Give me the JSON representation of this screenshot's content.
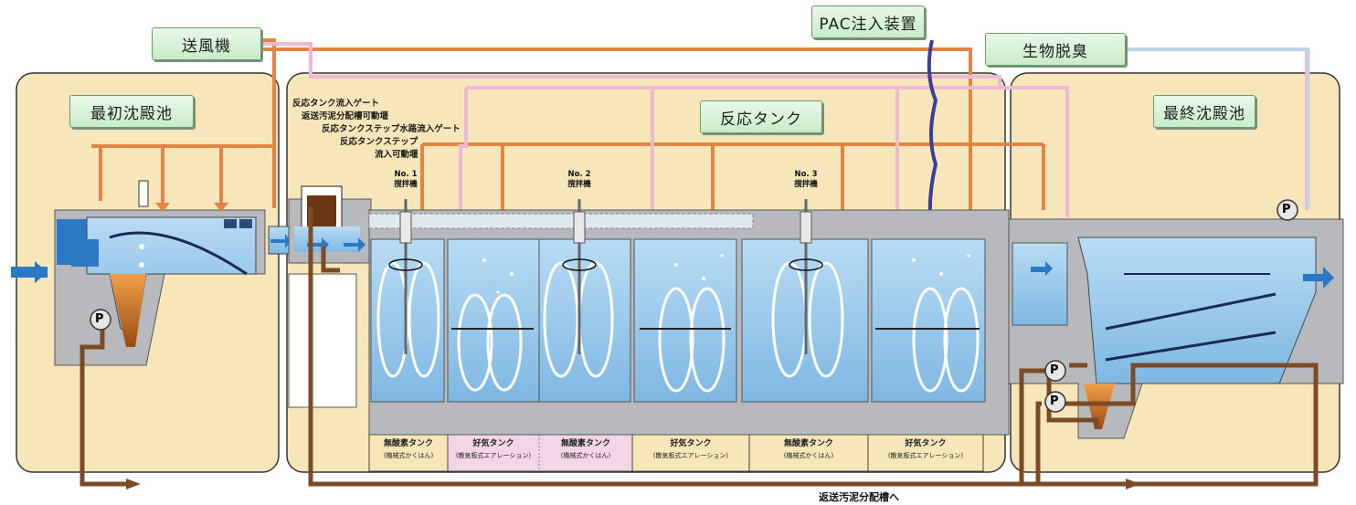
{
  "title_labels": {
    "blower": "送風機",
    "pac": "PAC注入装置",
    "bio_deodor": "生物脱臭",
    "primary": "最初沈殿池",
    "reaction": "反応タンク",
    "final": "最終沈殿池"
  },
  "gate_notes": [
    "反応タンク流入ゲート",
    "返送汚泥分配槽可動堰",
    "反応タンクステップ水路流入ゲート",
    "反応タンクステップ",
    "流入可動堰"
  ],
  "mixers": [
    {
      "no": "No. 1",
      "label": "撹拌機"
    },
    {
      "no": "No. 2",
      "label": "撹拌機"
    },
    {
      "no": "No. 3",
      "label": "撹拌機"
    }
  ],
  "tank_types": [
    {
      "name": "無酸素タンク",
      "sub": "(機械式かくはん)"
    },
    {
      "name": "好気タンク",
      "sub": "(散気板式エアレーション)"
    },
    {
      "name": "無酸素タンク",
      "sub": "(機械式かくはん)"
    },
    {
      "name": "好気タンク",
      "sub": "(散気板式エアレーション)"
    },
    {
      "name": "無酸素タンク",
      "sub": "(機械式かくはん)"
    },
    {
      "name": "好気タンク",
      "sub": "(散気板式エアレーション)"
    }
  ],
  "pump_letter": "P",
  "return_sludge_note": "返送汚泥分配槽へ",
  "colors": {
    "air_pipe": "#e38445",
    "deodor_pipe": "#efb8d3",
    "sludge_pipe": "#7d4a26",
    "water": "#8fc3ea",
    "panel": "#f6e6b9",
    "pac_pipe": "#4a4a9a"
  }
}
